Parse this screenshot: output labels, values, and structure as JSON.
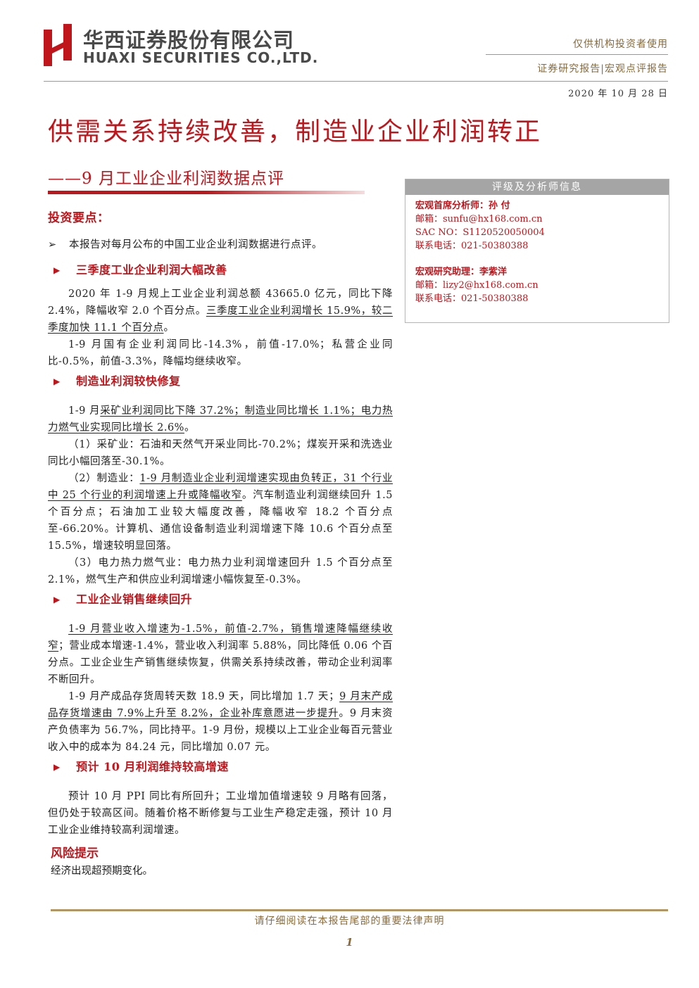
{
  "header": {
    "company_cn": "华西证券股份有限公司",
    "company_en": "HUAXI SECURITIES CO.,LTD.",
    "audience": "仅供机构投资者使用",
    "report_type": "证券研究报告|宏观点评报告",
    "date": "2020 年 10 月 28 日"
  },
  "title": "供需关系持续改善，制造业企业利润转正",
  "subtitle": "——9 月工业企业利润数据点评",
  "key_points": {
    "title": "投资要点：",
    "intro": "本报告对每月公布的中国工业企业利润数据进行点评。",
    "s1": {
      "heading": "三季度工业企业利润大幅改善",
      "p1_a": "2020 年 1-9 月规上工业企业利润总额 43665.0 亿元，同比下降 2.4%，降幅收窄 2.0 个百分点。",
      "p1_u": "三季度工业企业利润增长 15.9%，较二季度加快 11.1 个百分点",
      "p1_b": "。",
      "p2": "1-9 月国有企业利润同比-14.3%，前值-17.0%；私营企业同比-0.5%，前值-3.3%，降幅均继续收窄。"
    },
    "s2": {
      "heading": "制造业利润较快修复",
      "p1_a": "1-9 月",
      "p1_u": "采矿业利润同比下降 37.2%；制造业同比增长 1.1%；电力热力燃气业实现同比增长 2.6%",
      "p1_b": "。",
      "p2": "（1）采矿业：石油和天然气开采业同比-70.2%；煤炭开采和洗选业同比小幅回落至-30.1%。",
      "p3_a": "（2）制造业：",
      "p3_u": "1-9 月制造业企业利润增速实现由负转正，31 个行业中 25 个行业的利润增速上升或降幅收窄",
      "p3_b": "。汽车制造业利润继续回升 1.5 个百分点；石油加工业较大幅度改善，降幅收窄 18.2 个百分点至-66.20%。计算机、通信设备制造业利润增速下降 10.6 个百分点至 15.5%，增速较明显回落。",
      "p4": "（3）电力热力燃气业：电力热力业利润增速回升 1.5 个百分点至 2.1%，燃气生产和供应业利润增速小幅恢复至-0.3%。"
    },
    "s3": {
      "heading": "工业企业销售继续回升",
      "p1_u": "1-9 月营业收入增速为-1.5%，前值-2.7%，销售增速降幅继续收窄",
      "p1_b": "；营业成本增速-1.4%，营业收入利润率 5.88%，同比降低 0.06 个百分点。工业企业生产销售继续恢复，供需关系持续改善，带动企业利润率不断回升。",
      "p2_a": "1-9 月产成品存货周转天数 18.9 天，同比增加 1.7 天；",
      "p2_u": "9 月末产成品存货增速由 7.9%上升至 8.2%，企业补库意愿进一步提升",
      "p2_b": "。9 月末资产负债率为 56.7%，同比持平。1-9 月份，规模以上工业企业每百元营业收入中的成本为 84.24 元，同比增加 0.07 元。"
    },
    "s4": {
      "heading": "预计 10 月利润维持较高增速",
      "p1": "预计 10 月 PPI 同比有所回升；工业增加值增速较 9 月略有回落，但仍处于较高区间。随着价格不断修复与工业生产稳定走强，预计 10 月工业企业维持较高利润增速。"
    }
  },
  "risk": {
    "title": "风险提示",
    "text": "经济出现超预期变化。"
  },
  "analyst_box": {
    "title": "评级及分析师信息",
    "chief_label": "宏观首席分析师：",
    "chief_name": "孙 付",
    "chief_email": "邮箱：sunfu@hx168.com.cn",
    "chief_sac": "SAC NO：S1120520050004",
    "chief_phone": "联系电话：021-50380388",
    "assistant_label": "宏观研究助理：",
    "assistant_name": "李紫洋",
    "assistant_email": "邮箱：lizy2@hx168.com.cn",
    "assistant_phone": "联系电话：021-50380388"
  },
  "footer": {
    "note": "请仔细阅读在本报告尾部的重要法律声明",
    "page": "1"
  },
  "colors": {
    "accent_red": "#c0151b",
    "gold": "#b49560",
    "box_header_gray": "#a5a5a5"
  }
}
